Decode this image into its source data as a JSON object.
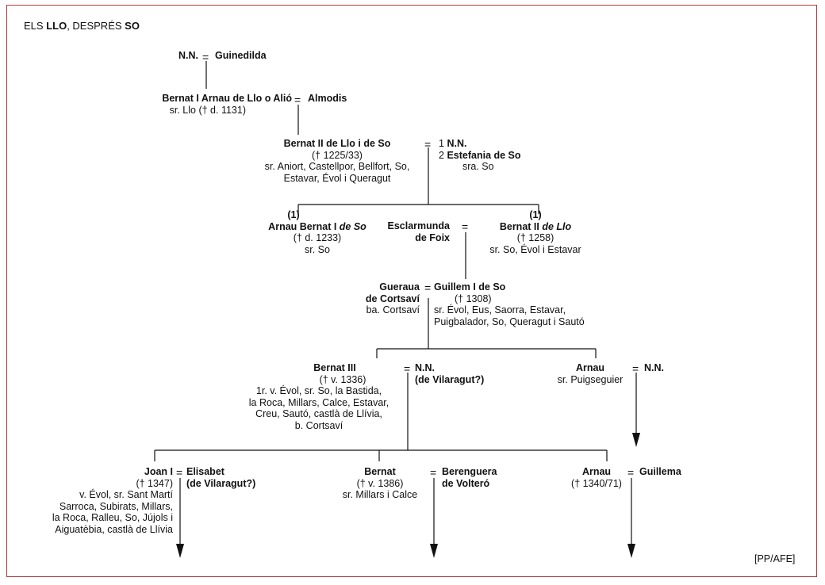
{
  "title": {
    "prefix": "ELS ",
    "name1": "LLO",
    "middle": ", DESPRÉS ",
    "name2": "SO"
  },
  "people": {
    "nn1": "N.N.",
    "guinedilda": "Guinedilda",
    "bernat1": {
      "name": "Bernat I Arnau de Llo o Alió",
      "info": "sr. Llo  († d. 1131)"
    },
    "almodis": "Almodis",
    "bernat2": {
      "name": "Bernat II de Llo i de So",
      "info1": "(† 1225/33)",
      "info2": "sr. Aniort, Castellpor, Bellfort, So,",
      "info3": "Estavar, Évol i Queragut"
    },
    "wives_b2": {
      "n1": "1",
      "name1": "N.N.",
      "n2": "2",
      "name2": "Estefania de So",
      "info": "sra. So"
    },
    "arnau_bernat": {
      "tag": "(1)",
      "name_plain": "Arnau Bernat I ",
      "name_ital": "de So",
      "info1": "(† d. 1233)",
      "info2": "sr. So"
    },
    "esclarmunda": {
      "line1": "Esclarmunda",
      "line2": "de Foix"
    },
    "bernat2b": {
      "tag": "(1)",
      "name_plain": "Bernat II ",
      "name_ital": "de Llo",
      "info1": "(† 1258)",
      "info2": "sr. So, Évol i Estavar"
    },
    "gueraua": {
      "line1": "Gueraua",
      "line2": "de Cortsaví",
      "info": "ba. Cortsaví"
    },
    "guillem": {
      "name": "Guillem I de So",
      "info1": "(† 1308)",
      "info2": "sr. Évol, Eus, Saorra, Estavar,",
      "info3": "Puigbalador, So, Queragut i Sautó"
    },
    "bernat3": {
      "name": "Bernat III",
      "info1": "(† v. 1336)",
      "info2": "1r. v. Évol, sr. So, la Bastida,",
      "info3": "la Roca, Millars, Calce, Estavar,",
      "info4": "Creu, Sautó, castlà de Llívia,",
      "info5": "b. Cortsaví"
    },
    "nn_vil": {
      "name": "N.N.",
      "info": "(de Vilaragut?)"
    },
    "arnau1": {
      "name": "Arnau",
      "info": "sr. Puigseguier"
    },
    "nn_arnau": "N.N.",
    "joan": {
      "name": "Joan I",
      "info1": "(† 1347)",
      "info2": "v. Évol, sr. Sant Martí",
      "info3": "Sarroca, Subirats, Millars,",
      "info4": "la Roca, Ralleu, So, Jújols i",
      "info5": "Aiguatèbia, castlà de Llívia"
    },
    "elisabet": {
      "line1": "Elisabet",
      "line2": "(de Vilaragut?)"
    },
    "bernat4": {
      "name": "Bernat",
      "info1": "(† v. 1386)",
      "info2": "sr. Millars i Calce"
    },
    "berenguera": {
      "line1": "Berenguera",
      "line2": "de Volteró"
    },
    "arnau2": {
      "name": "Arnau",
      "info": "(† 1340/71)"
    },
    "guillema": "Guillema"
  },
  "marriage_symbol": "=",
  "credit": "[PP/AFE]",
  "colors": {
    "frame": "#b23a3a",
    "line": "#111111"
  }
}
